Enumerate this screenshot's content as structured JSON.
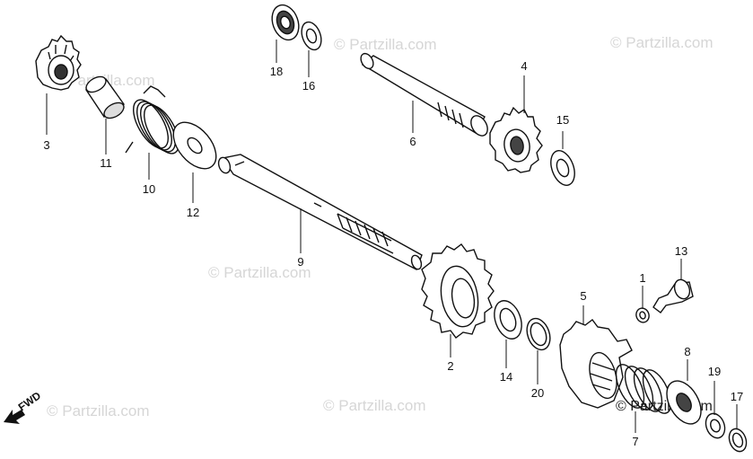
{
  "watermark": {
    "text": "© Partzilla.com",
    "footer_text": "© Partzilla.com"
  },
  "direction_label": "FWD",
  "callouts": [
    "1",
    "2",
    "3",
    "4",
    "5",
    "6",
    "7",
    "8",
    "9",
    "10",
    "11",
    "12",
    "13",
    "14",
    "15",
    "16",
    "17",
    "18",
    "19",
    "20"
  ]
}
